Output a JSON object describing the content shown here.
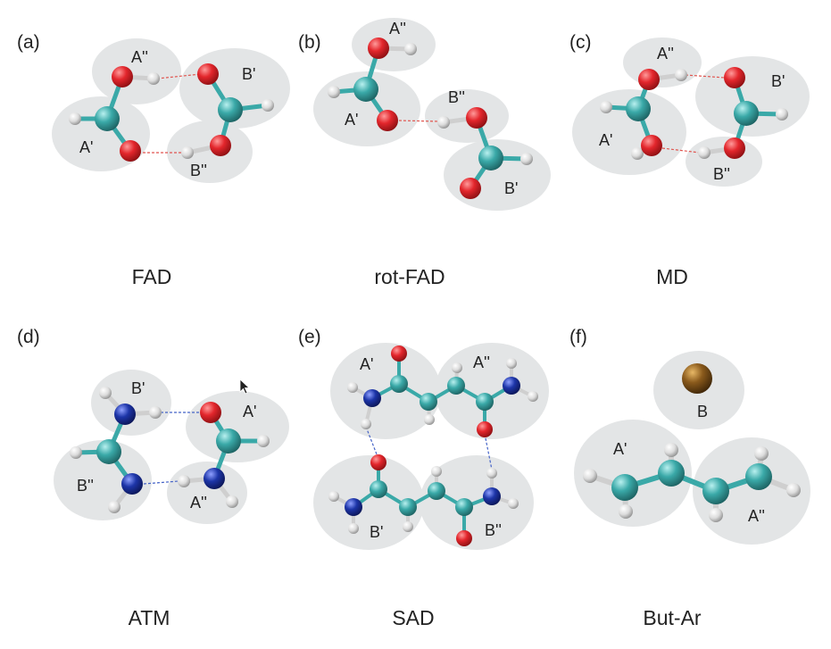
{
  "colors": {
    "oxygen": "#d9232a",
    "carbon": "#3aa9a8",
    "hydrogen": "#e6e6e6",
    "nitrogen": "#1d35a8",
    "argon": "#8a5a1c",
    "hbond_oxygen": "#e0554f",
    "hbond_nitrogen": "#4563c7",
    "fragment_bg": "#e3e5e6"
  },
  "panels": [
    {
      "letter": "(a)",
      "title": "FAD",
      "labels": [
        "A''",
        "B'",
        "A'",
        "B''"
      ]
    },
    {
      "letter": "(b)",
      "title": "rot-FAD",
      "labels": [
        "A''",
        "A'",
        "B''",
        "B'"
      ]
    },
    {
      "letter": "(c)",
      "title": "MD",
      "labels": [
        "A''",
        "B'",
        "A'",
        "B''"
      ]
    },
    {
      "letter": "(d)",
      "title": "ATM",
      "labels": [
        "B'",
        "A'",
        "B''",
        "A''"
      ]
    },
    {
      "letter": "(e)",
      "title": "SAD",
      "labels": [
        "A'",
        "A''",
        "B'",
        "B''"
      ]
    },
    {
      "letter": "(f)",
      "title": "But-Ar",
      "labels": [
        "B",
        "A'",
        "A''"
      ]
    }
  ]
}
